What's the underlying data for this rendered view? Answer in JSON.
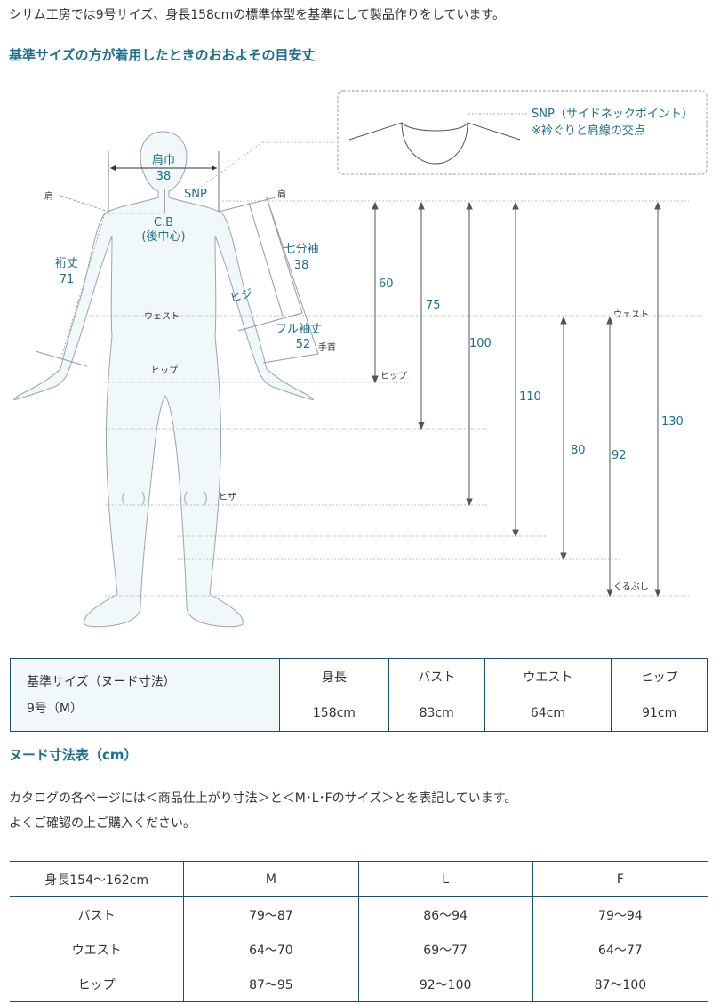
{
  "intro": "シサム工房では9号サイズ、身長158cmの標準体型を基準にして製品作りをしています。",
  "diagram_heading": "基準サイズの方が着用したときのおおよその目安丈",
  "diagram": {
    "snp_callout": "SNP（サイドネックポイント）",
    "snp_note": "※衿ぐりと肩線の交点",
    "kata_haba": "肩巾",
    "kata_haba_val": "38",
    "snp": "SNP",
    "cb": "C.B",
    "cb_sub": "(後中心)",
    "kata_left": "肩",
    "kata_right": "肩",
    "yukitake": "裄丈",
    "yukitake_val": "71",
    "shichibu": "七分袖",
    "shichibu_val": "38",
    "hiji": "ヒジ",
    "full_sleeve": "フル袖丈",
    "full_sleeve_val": "52",
    "tekubi": "手首",
    "waist_body": "ウェスト",
    "hip_body": "ヒップ",
    "hiza": "ヒザ",
    "hip_right": "ヒップ",
    "waist_right": "ウェスト",
    "kurubushi": "くるぶし",
    "len_60": "60",
    "len_75": "75",
    "len_100": "100",
    "len_110": "110",
    "len_80": "80",
    "len_92": "92",
    "len_130": "130"
  },
  "standard_table": {
    "title": "基準サイズ（ヌード寸法）",
    "size": "9号（M）",
    "headers": [
      "身長",
      "バスト",
      "ウエスト",
      "ヒップ"
    ],
    "values": [
      "158cm",
      "83cm",
      "64cm",
      "91cm"
    ]
  },
  "nude_heading": "ヌード寸法表（cm）",
  "catalog_line1": "カタログの各ページには＜商品仕上がり寸法＞と＜M･L･Fのサイズ＞とを表記しています。",
  "catalog_line2": "よくご確認の上ご購入ください。",
  "nude_table": {
    "header": [
      "身長154〜162cm",
      "M",
      "L",
      "F"
    ],
    "rows": [
      [
        "バスト",
        "79〜87",
        "86〜94",
        "79〜94"
      ],
      [
        "ウエスト",
        "64〜70",
        "69〜77",
        "64〜77"
      ],
      [
        "ヒップ",
        "87〜95",
        "92〜100",
        "87〜100"
      ]
    ]
  },
  "colors": {
    "accent": "#1f6e8c",
    "table_border": "#1f4f68",
    "body_fill": "#f1f8f9"
  }
}
